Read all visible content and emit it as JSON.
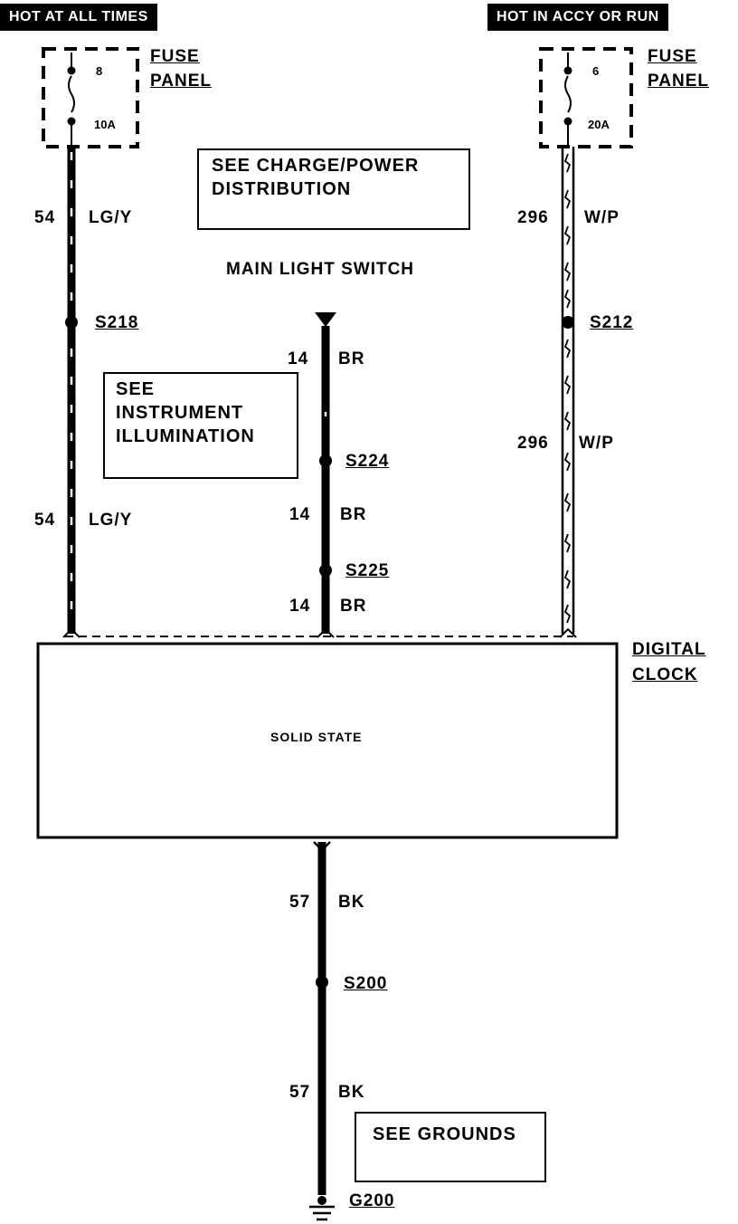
{
  "banners": {
    "left": "HOT AT ALL TIMES",
    "right": "HOT IN ACCY OR RUN"
  },
  "fuses": {
    "left": {
      "number": "8",
      "rating": "10A",
      "label_line1": "FUSE",
      "label_line2": "PANEL"
    },
    "right": {
      "number": "6",
      "rating": "20A",
      "label_line1": "FUSE",
      "label_line2": "PANEL"
    }
  },
  "notes": {
    "charge_power": {
      "line1": "SEE CHARGE/POWER",
      "line2": "DISTRIBUTION"
    },
    "instrument": {
      "line1": "SEE",
      "line2": "INSTRUMENT",
      "line3": "ILLUMINATION"
    },
    "grounds": "SEE GROUNDS"
  },
  "main_light_switch": "MAIN LIGHT SWITCH",
  "wires": {
    "left_upper": {
      "circuit": "54",
      "color": "LG/Y"
    },
    "left_lower": {
      "circuit": "54",
      "color": "LG/Y"
    },
    "right_upper": {
      "circuit": "296",
      "color": "W/P"
    },
    "right_lower": {
      "circuit": "296",
      "color": "W/P"
    },
    "center_1": {
      "circuit": "14",
      "color": "BR"
    },
    "center_2": {
      "circuit": "14",
      "color": "BR"
    },
    "center_3": {
      "circuit": "14",
      "color": "BR"
    },
    "bottom_1": {
      "circuit": "57",
      "color": "BK"
    },
    "bottom_2": {
      "circuit": "57",
      "color": "BK"
    }
  },
  "splices": {
    "s218": "S218",
    "s212": "S212",
    "s224": "S224",
    "s225": "S225",
    "s200": "S200"
  },
  "ground": "G200",
  "component": {
    "label_line1": "DIGITAL",
    "label_line2": "CLOCK",
    "inner": "SOLID STATE"
  }
}
